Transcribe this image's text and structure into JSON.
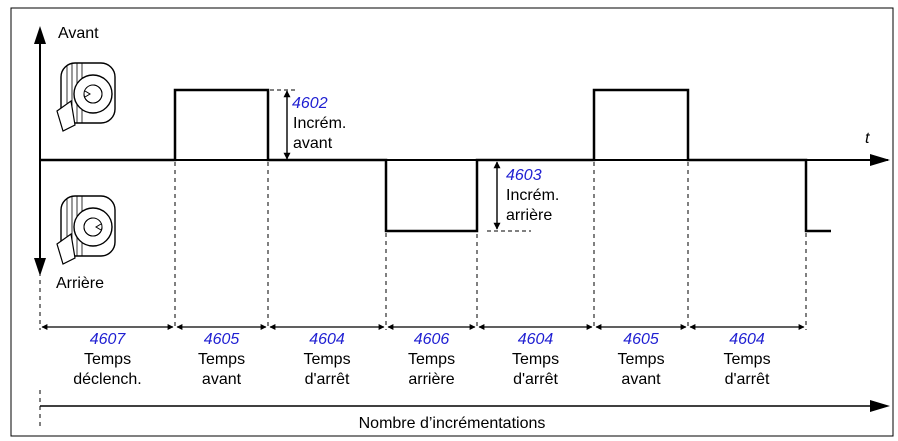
{
  "axis": {
    "forward_label": "Avant",
    "reverse_label": "Arrière",
    "time_label": "t",
    "count_label": "Nombre d’incrémentations"
  },
  "callouts": {
    "forward": {
      "param": "4602",
      "line1": "Incrém.",
      "line2": "avant"
    },
    "reverse": {
      "param": "4603",
      "line1": "Incrém.",
      "line2": "arrière"
    }
  },
  "segments": [
    {
      "param": "4607",
      "line1": "Temps",
      "line2": "déclench.",
      "level": "stop"
    },
    {
      "param": "4605",
      "line1": "Temps",
      "line2": "avant",
      "level": "forward"
    },
    {
      "param": "4604",
      "line1": "Temps",
      "line2": "d'arrêt",
      "level": "stop"
    },
    {
      "param": "4606",
      "line1": "Temps",
      "line2": "arrière",
      "level": "reverse"
    },
    {
      "param": "4604",
      "line1": "Temps",
      "line2": "d'arrêt",
      "level": "stop"
    },
    {
      "param": "4605",
      "line1": "Temps",
      "line2": "avant",
      "level": "forward"
    },
    {
      "param": "4604",
      "line1": "Temps",
      "line2": "d'arrêt",
      "level": "stop"
    }
  ],
  "colors": {
    "param": "#1f1fd2",
    "line": "#000000"
  },
  "icons": {
    "forward_motor": "motor-forward-icon",
    "reverse_motor": "motor-reverse-icon"
  }
}
